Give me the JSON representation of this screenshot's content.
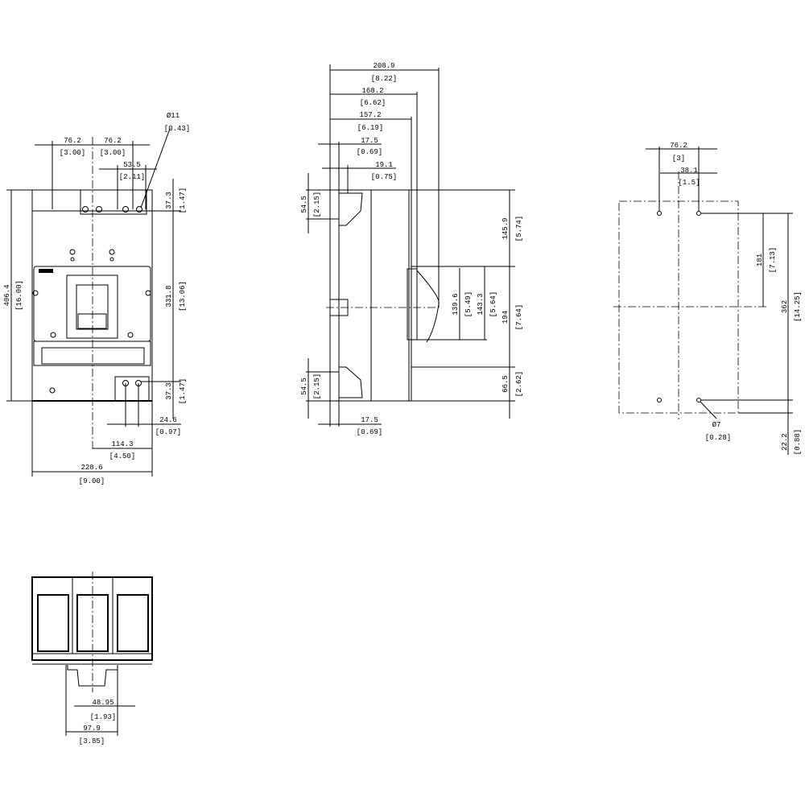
{
  "front_view": {
    "top_left_width": "76.2",
    "top_left_width_in": "[3.00]",
    "top_right_width": "76.2",
    "top_right_width_in": "[3.00]",
    "terminal_spacing": "53.5",
    "terminal_spacing_in": "[2.11]",
    "hole_diameter": "Ø11",
    "hole_diameter_in": "[0.43]",
    "overall_height": "406.4",
    "overall_height_in": "[16.00]",
    "top_terminal": "37.3",
    "top_terminal_in": "[1.47]",
    "between_terminals": "331.8",
    "between_terminals_in": "[13.06]",
    "bottom_terminal": "37.3",
    "bottom_terminal_in": "[1.47]",
    "hole_pitch": "24.6",
    "hole_pitch_in": "[0.97]",
    "half_width": "114.3",
    "half_width_in": "[4.50]",
    "overall_width": "228.6",
    "overall_width_in": "[9.00]"
  },
  "side_view": {
    "depth_total": "208.9",
    "depth_total_in": "[8.22]",
    "depth_handle": "168.2",
    "depth_handle_in": "[6.62]",
    "depth_cover": "157.2",
    "depth_cover_in": "[6.19]",
    "terminal_offset": "17.5",
    "terminal_offset_in": "[0.69]",
    "terminal_depth": "19.1",
    "terminal_depth_in": "[0.75]",
    "top_terminal_height": "54.5",
    "top_terminal_height_in": "[2.15]",
    "bottom_terminal_height": "54.5",
    "bottom_terminal_height_in": "[2.15]",
    "top_to_escutcheon": "145.9",
    "top_to_escutcheon_in": "[5.74]",
    "escutcheon": "194",
    "escutcheon_in": "[7.64]",
    "bottom_to_escutcheon": "66.5",
    "bottom_to_escutcheon_in": "[2.62]",
    "handle_travel": "139.6",
    "handle_travel_in": "[5.49]",
    "handle_opening": "143.3",
    "handle_opening_in": "[5.64]",
    "bottom_offset": "17.5",
    "bottom_offset_in": "[0.69]"
  },
  "mounting_view": {
    "hole_spacing": "76.2",
    "hole_spacing_in": "[3]",
    "half_spacing": "38.1",
    "half_spacing_in": "[1.5]",
    "half_height": "181",
    "half_height_in": "[7.13]",
    "hole_height": "362",
    "hole_height_in": "[14.25]",
    "bottom_margin": "22.2",
    "bottom_margin_in": "[0.88]",
    "hole_diameter": "Ø7",
    "hole_diameter_in": "[0.28]"
  },
  "bottom_view": {
    "half_width": "48.95",
    "half_width_in": "[1.93]",
    "width": "97.9",
    "width_in": "[3.85]"
  }
}
